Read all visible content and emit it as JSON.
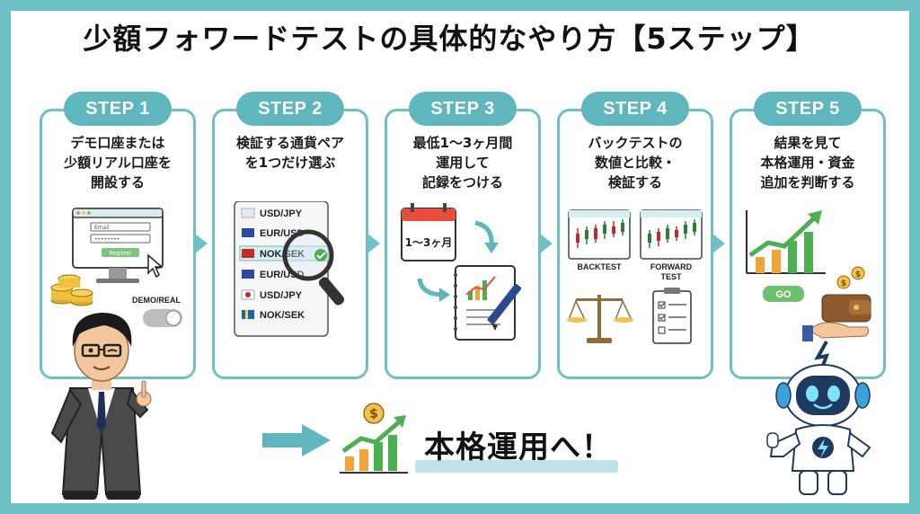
{
  "title": "少額フォワードテストの具体的なやり方【5ステップ】",
  "steps": [
    {
      "label": "STEP 1",
      "lines": [
        "デモ口座または",
        "少額リアル口座を",
        "開設する"
      ]
    },
    {
      "label": "STEP 2",
      "lines": [
        "検証する通貨ペア",
        "を1つだけ選ぶ"
      ]
    },
    {
      "label": "STEP 3",
      "lines": [
        "最低1〜3ヶ月間",
        "運用して",
        "記録をつける"
      ]
    },
    {
      "label": "STEP 4",
      "lines": [
        "バックテストの",
        "数値と比較・",
        "検証する"
      ]
    },
    {
      "label": "STEP 5",
      "lines": [
        "結果を見て",
        "本格運用・資金",
        "追加を判断する"
      ]
    }
  ],
  "step1_illus": {
    "email_field": "Email",
    "password_field": "••••••••",
    "register_button": "Register",
    "toggle_label": "DEMO/REAL"
  },
  "step2_illus": {
    "pairs": [
      "USD/JPY",
      "EUR/USD",
      "NOK/SEK",
      "EUR/USD",
      "USD/JPY",
      "NOK/SEK"
    ]
  },
  "step3_illus": {
    "calendar_text": "1〜3ヶ月"
  },
  "step4_illus": {
    "backtest_label": "BACKTEST",
    "forward_label_1": "FORWARD",
    "forward_label_2": "TEST"
  },
  "step5_illus": {
    "go_button": "GO"
  },
  "bottom": {
    "text": "本格運用へ！"
  },
  "colors": {
    "frame": "#6dc0c4",
    "badge": "#5fb6bc",
    "arrow": "#6dc0c4",
    "green": "#4caf50",
    "orange": "#f2a33a"
  }
}
